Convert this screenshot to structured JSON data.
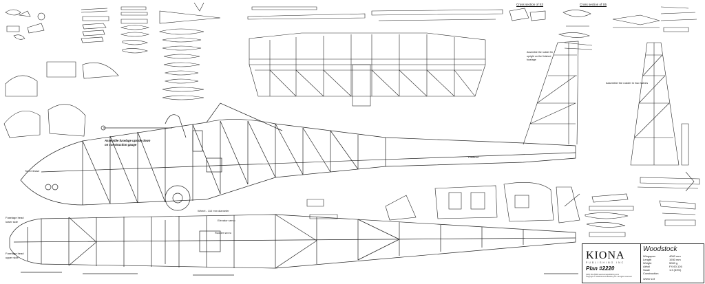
{
  "plan": {
    "model_name": "Woodstock",
    "publisher": "KIONA",
    "publisher_sub": "PUBLISHING INC",
    "plan_number": "Plan #2220",
    "contact_line1": "(320) 961-5500 www.kionapublishing.com",
    "contact_line2": "Copyright © 2016 Kiona Publishing Inc. All rights reserved",
    "sheet": "Sheet 1/3",
    "specs": [
      {
        "label": "Wingspan",
        "value": "4000 mm"
      },
      {
        "label": "Length",
        "value": "1930 mm"
      },
      {
        "label": "Weight",
        "value": "5000 g"
      },
      {
        "label": "Airfoil",
        "value": "FX 60-126"
      },
      {
        "label": "Scale",
        "value": "1:3 (33%)"
      },
      {
        "label": "Construction",
        "value": ""
      }
    ]
  },
  "annotations": {
    "cross_s3": "Cross section of S3",
    "cross_s5": "Cross section of S5",
    "assemble_fuselage": "Assemble fuselage upside down on construction gauge",
    "assemble_rudder": "Assemble the rudder in two halves",
    "assemble_rudder_upright": "Assemble the rudder fin upright on the finished fuselage",
    "fuselage_head_lower": "Fuselage head lower side",
    "fuselage_head_upper": "Fuselage head upper side",
    "wheel": "Wheel - 110 mm diameter",
    "tow_release": "Tow release",
    "rudder_servo": "Rudder servo",
    "elevator_servo": "Elevator servo",
    "pushrod": "Pushrod"
  }
}
